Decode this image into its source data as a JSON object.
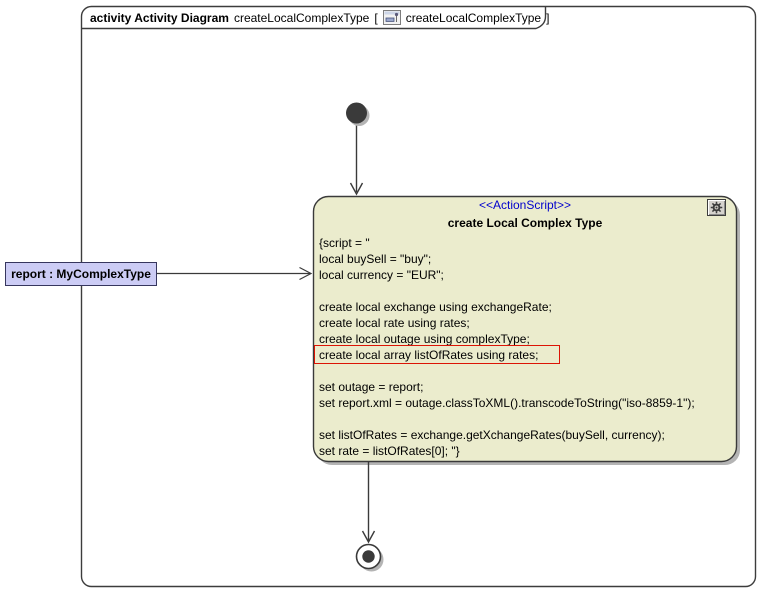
{
  "frame": {
    "header": {
      "keyword": "activity Activity Diagram",
      "diagram_name": "createLocalComplexType",
      "bracket_open": "[",
      "context_name": "createLocalComplexType",
      "bracket_close": "]"
    }
  },
  "action_node": {
    "stereotype": "<<ActionScript>>",
    "name": "create Local Complex Type",
    "script_lines": [
      "{script = \"",
      "local buySell = \"buy\";",
      "local currency = \"EUR\";",
      "",
      "create local exchange using exchangeRate;",
      "create local rate using rates;",
      "create local outage using complexType;",
      "create local array listOfRates using rates;",
      "",
      "set outage = report;",
      "set report.xml = outage.classToXML().transcodeToString(\"iso-8859-1\");",
      "",
      "set listOfRates = exchange.getXchangeRates(buySell, currency);",
      "set rate = listOfRates[0]; \"}"
    ],
    "highlighted_line": "create local array listOfRates using rates;"
  },
  "object_node_label": {
    "text": "report : MyComplexType"
  },
  "colors": {
    "node_fill": "#ebeccd",
    "node_border": "#3a3a3a",
    "label_fill": "#ccccf5",
    "label_border": "#36365e",
    "stereotype_text": "#0000cd",
    "highlight_border": "#dc1405",
    "shadow": "#b4b4b4",
    "frame_border": "#3c3c3c"
  }
}
